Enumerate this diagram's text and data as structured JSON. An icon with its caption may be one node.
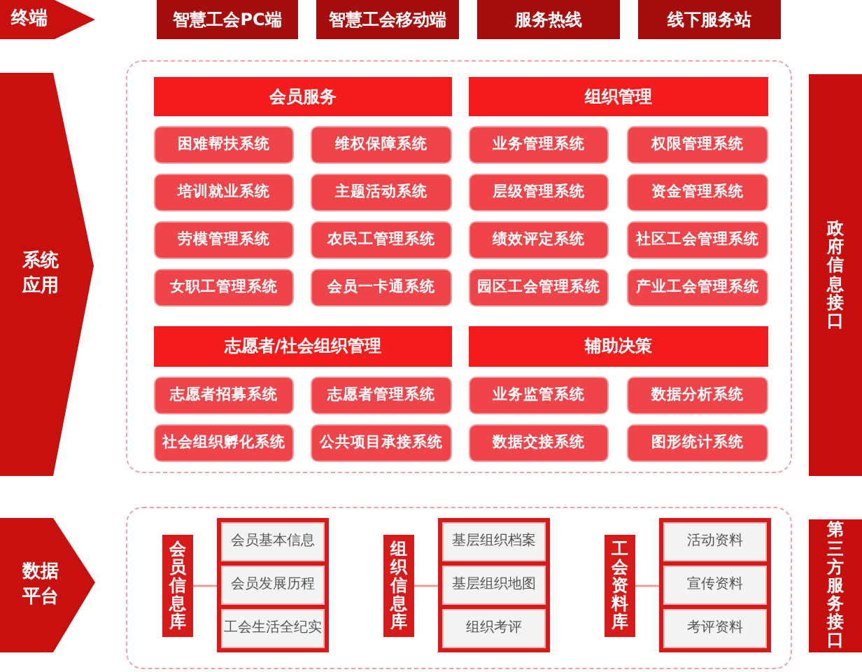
{
  "diagram": {
    "nodes": [
      {
        "text": [
          "终端"
        ]
      },
      {
        "text": [
          "智慧工会PC端"
        ]
      },
      {
        "text": [
          "智慧工会移动端"
        ]
      },
      {
        "text": [
          "服务热线"
        ]
      },
      {
        "text": [
          "线下服务站"
        ]
      },
      {
        "text": [
          "系统应用"
        ]
      },
      {
        "text": [],
        "shape": "box"
      },
      {
        "text": [
          "会员服务"
        ],
        "in": 6
      },
      {
        "text": [
          "困难帮扶系统"
        ],
        "in": 6
      },
      {
        "text": [
          "维权保障系统"
        ],
        "in": 6
      },
      {
        "text": [
          "培训就业系统"
        ],
        "in": 6
      },
      {
        "text": [
          "主题活动系统"
        ],
        "in": 6
      },
      {
        "text": [
          "劳模管理系统"
        ],
        "in": 6
      },
      {
        "text": [
          "农民工管理系统"
        ],
        "in": 6
      },
      {
        "text": [
          "女职工管理系统"
        ],
        "in": 6
      },
      {
        "text": [
          "会员一卡通系统"
        ],
        "in": 6
      },
      {
        "text": [
          "组织管理"
        ],
        "in": 6
      },
      {
        "text": [
          "业务管理系统"
        ],
        "in": 6
      },
      {
        "text": [
          "权限管理系统"
        ],
        "in": 6
      },
      {
        "text": [
          "层级管理系统"
        ],
        "in": 6
      },
      {
        "text": [
          "资金管理系统"
        ],
        "in": 6
      },
      {
        "text": [
          "绩效评定系统"
        ],
        "in": 6
      },
      {
        "text": [
          "社区工会管理系统"
        ],
        "in": 6
      },
      {
        "text": [
          "园区工会管理系统"
        ],
        "in": 6
      },
      {
        "text": [
          "产业工会管理系统"
        ],
        "in": 6
      },
      {
        "text": [
          "志愿者/社会组织管理"
        ],
        "in": 6
      },
      {
        "text": [
          "志愿者招募系统"
        ],
        "in": 6
      },
      {
        "text": [
          "志愿者管理系统"
        ],
        "in": 6
      },
      {
        "text": [
          "社会组织孵化系统"
        ],
        "in": 6
      },
      {
        "text": [
          "公共项目承接系统"
        ],
        "in": 6
      },
      {
        "text": [
          "辅助决策"
        ],
        "in": 6
      },
      {
        "text": [
          "业务监管系统"
        ],
        "in": 6
      },
      {
        "text": [
          "数据分析系统"
        ],
        "in": 6
      },
      {
        "text": [
          "数据交接系统"
        ],
        "in": 6
      },
      {
        "text": [
          "图形统计系统"
        ],
        "in": 6
      },
      {
        "text": [
          "政府信息接口"
        ]
      },
      {
        "text": [
          "数据平台"
        ]
      },
      {
        "text": [],
        "shape": "box"
      },
      {
        "text": [
          "会员信息库"
        ],
        "in": 37
      },
      {
        "text": [],
        "shape": "box",
        "in": 37
      },
      {
        "text": [
          "会员基本信息"
        ],
        "in": 39
      },
      {
        "text": [
          "会员发展历程"
        ],
        "in": 39
      },
      {
        "text": [
          "工会生活全纪实"
        ],
        "in": 39
      },
      {
        "text": [
          "组织信息库"
        ],
        "in": 37
      },
      {
        "text": [],
        "shape": "box",
        "in": 37
      },
      {
        "text": [
          "基层组织档案"
        ],
        "in": 44
      },
      {
        "text": [
          "基层组织地图"
        ],
        "in": 44
      },
      {
        "text": [
          "组织考评"
        ],
        "in": 44
      },
      {
        "text": [
          "工会资料库"
        ],
        "in": 37
      },
      {
        "text": [],
        "shape": "box",
        "in": 37
      },
      {
        "text": [
          "活动资料"
        ],
        "in": 49
      },
      {
        "text": [
          "宣传资料"
        ],
        "in": 49
      },
      {
        "text": [
          "考评资料"
        ],
        "in": 49
      },
      {
        "text": [
          "第三方服务接口"
        ]
      }
    ],
    "edges": [
      {
        "from": 38,
        "to": 39,
        "arrow": "none"
      },
      {
        "from": 43,
        "to": 44,
        "arrow": "none"
      },
      {
        "from": 48,
        "to": 49,
        "arrow": "none"
      }
    ]
  }
}
